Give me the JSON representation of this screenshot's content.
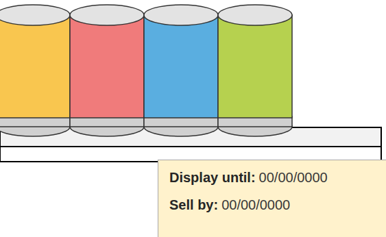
{
  "diagram": {
    "nodes": [
      {
        "text": [
          "Display until:",
          "00/00/0000",
          "Sell by:",
          "00/00/0000"
        ]
      }
    ]
  }
}
